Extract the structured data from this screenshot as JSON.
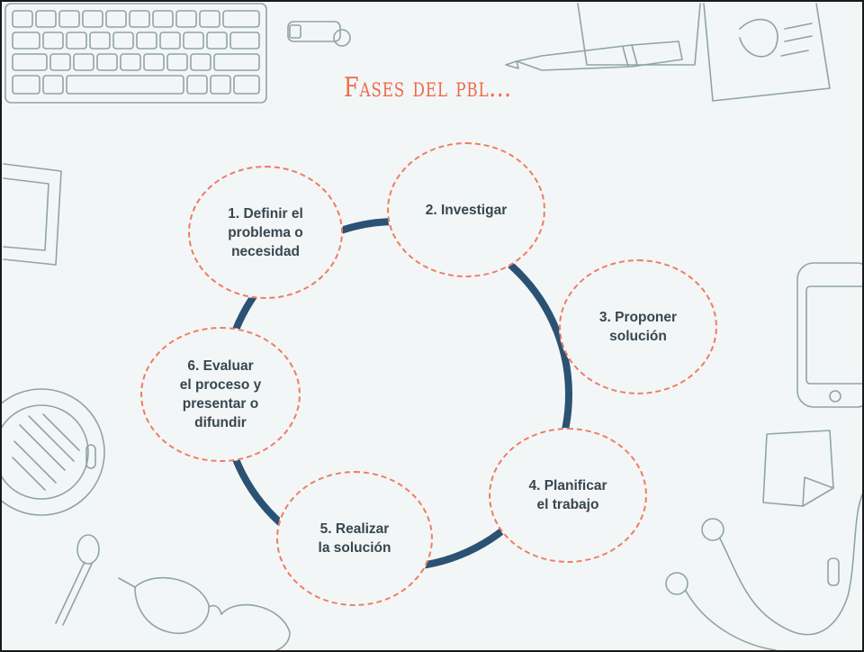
{
  "title": "Fases del pbl...",
  "colors": {
    "accent": "#ee6a4a",
    "circle_border": "#ee7d62",
    "ring": "#2b5272",
    "background": "#f3f6f7",
    "text": "#37474f"
  },
  "phases": [
    {
      "label": "1. Definir el\nproblema o\nnecesidad"
    },
    {
      "label": "2. Investigar"
    },
    {
      "label": "3. Proponer\nsolución"
    },
    {
      "label": "4. Planificar\nel trabajo"
    },
    {
      "label": "5. Realizar\nla solución"
    },
    {
      "label": "6.  Evaluar\nel proceso y\npresentar o\ndifundir"
    }
  ]
}
